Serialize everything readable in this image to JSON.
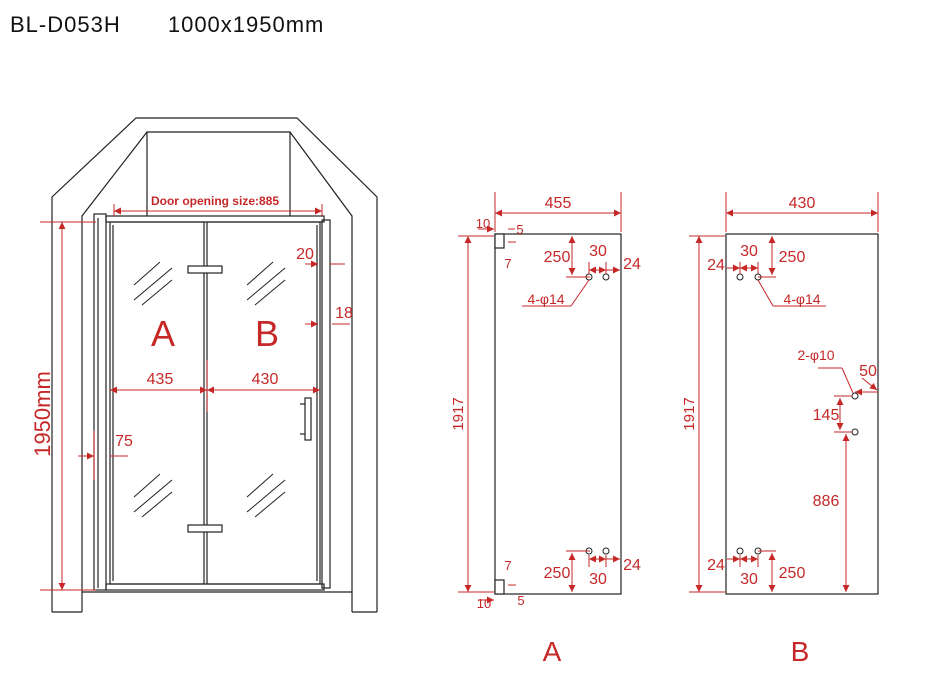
{
  "header": {
    "model": "BL-D053H",
    "size": "1000x1950mm"
  },
  "colors": {
    "dimension": "#c62828",
    "outline": "#222222"
  },
  "front": {
    "opening_label": "Door opening size:885",
    "height_label": "1950mm",
    "panel_a": "A",
    "panel_b": "B",
    "width_a": "435",
    "width_b": "430",
    "gap_20": "20",
    "gap_18": "18",
    "gap_75": "75"
  },
  "panel_a": {
    "width": "455",
    "height": "1917",
    "edge_10_top": "10",
    "edge_5_top": "5",
    "edge_7_top": "7",
    "hole_250_top": "250",
    "hole_30_top": "30",
    "hole_24_top": "24",
    "holes": "4-φ14",
    "hole_7_bottom": "7",
    "hole_250_bottom": "250",
    "hole_30_bottom": "30",
    "hole_24_bottom": "24",
    "edge_10_bottom": "10",
    "edge_5_bottom": "5",
    "caption": "A"
  },
  "panel_b": {
    "width": "430",
    "height": "1917",
    "hole_24_top": "24",
    "hole_30_top": "30",
    "hole_250_top": "250",
    "holes": "4-φ14",
    "handle_holes": "2-φ10",
    "handle_50": "50",
    "handle_145": "145",
    "handle_886": "886",
    "hole_24_bottom": "24",
    "hole_30_bottom": "30",
    "hole_250_bottom": "250",
    "caption": "B"
  }
}
